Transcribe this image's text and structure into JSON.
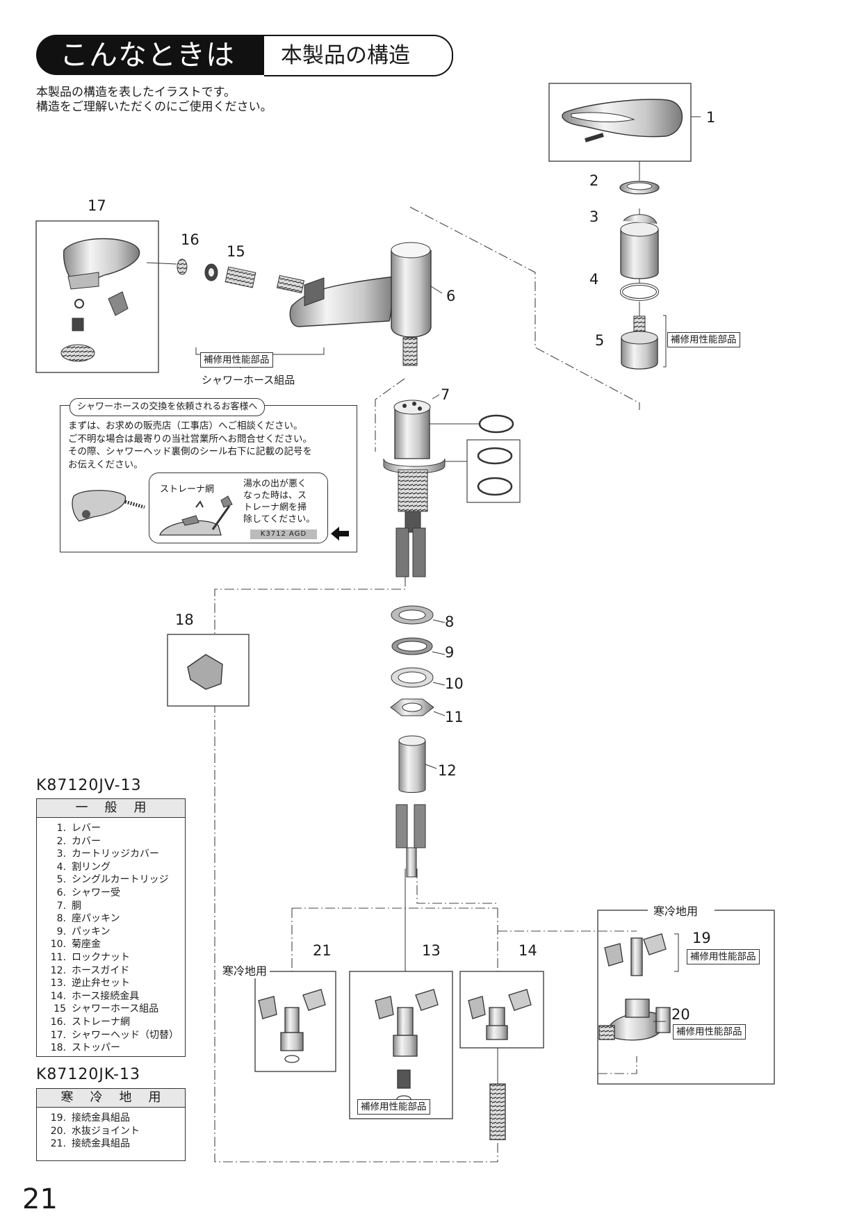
{
  "header": {
    "section": "こんなときは",
    "title": "本製品の構造"
  },
  "intro": [
    "本製品の構造を表したイラストです。",
    "構造をご理解いただくのにご使用ください。"
  ],
  "labels": {
    "n1": "1",
    "n2": "2",
    "n3": "3",
    "n4": "4",
    "n5": "5",
    "n6": "6",
    "n7": "7",
    "n8": "8",
    "n9": "9",
    "n10": "10",
    "n11": "11",
    "n12": "12",
    "n13": "13",
    "n14": "14",
    "n15": "15",
    "n16": "16",
    "n17": "17",
    "n18": "18",
    "n19": "19",
    "n20": "20",
    "n21": "21"
  },
  "tags": {
    "repair": "補修用性能部品",
    "shower_hose_set": "シャワーホース組品",
    "cold_region": "寒冷地用"
  },
  "notice": {
    "title": "シャワーホースの交換を依頼されるお客様へ",
    "body": "まずは、お求めの販売店（工事店）へご相談ください。\nご不明な場合は最寄りの当社営業所へお問合せください。\nその際、シャワーヘッド裏側のシール右下に記載の記号を\nお伝えください。",
    "strainer_label": "ストレーナ網",
    "strainer_text": "湯水の出が悪く\nなった時は、ス\nトレーナ網を掃\n除してください。",
    "code": "K3712  AGD"
  },
  "general": {
    "model": "K87120JV-13",
    "heading": "一般用",
    "items": [
      {
        "no": "1.",
        "name": "レバー"
      },
      {
        "no": "2.",
        "name": "カバー"
      },
      {
        "no": "3.",
        "name": "カートリッジカバー"
      },
      {
        "no": "4.",
        "name": "割リング"
      },
      {
        "no": "5.",
        "name": "シングルカートリッジ"
      },
      {
        "no": "6.",
        "name": "シャワー受"
      },
      {
        "no": "7.",
        "name": "胴"
      },
      {
        "no": "8.",
        "name": "座パッキン"
      },
      {
        "no": "9.",
        "name": "パッキン"
      },
      {
        "no": "10.",
        "name": "菊座金"
      },
      {
        "no": "11.",
        "name": "ロックナット"
      },
      {
        "no": "12.",
        "name": "ホースガイド"
      },
      {
        "no": "13.",
        "name": "逆止弁セット"
      },
      {
        "no": "14.",
        "name": "ホース接続金具"
      },
      {
        "no": "15",
        "name": "シャワーホース組品"
      },
      {
        "no": "16.",
        "name": "ストレーナ網"
      },
      {
        "no": "17.",
        "name": "シャワーヘッド（切替）"
      },
      {
        "no": "18.",
        "name": "ストッパー"
      }
    ]
  },
  "cold": {
    "model": "K87120JK-13",
    "heading": "寒冷地用",
    "items": [
      {
        "no": "19.",
        "name": "接続金具組品"
      },
      {
        "no": "20.",
        "name": "水抜ジョイント"
      },
      {
        "no": "21.",
        "name": "接続金具組品"
      }
    ]
  },
  "page_number": "21"
}
